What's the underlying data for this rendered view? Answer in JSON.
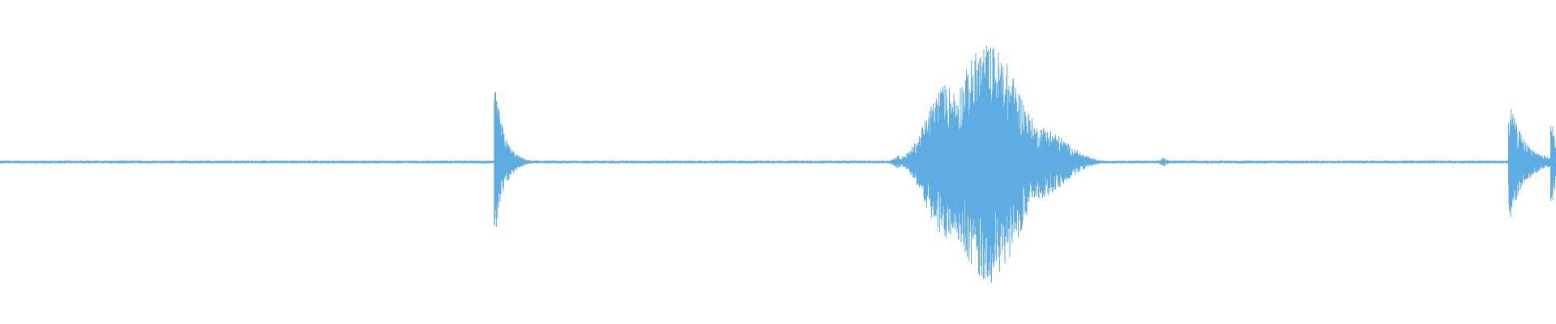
{
  "waveform": {
    "color": "#5dade2",
    "background": "#ffffff",
    "baseline_noise": 0.012,
    "events": [
      {
        "time": 0.319,
        "peak_up": 0.58,
        "peak_down": 0.58,
        "decay": 0.006,
        "style": "click"
      },
      {
        "time": 0.577,
        "peak_up": 0.06,
        "peak_down": 0.06,
        "decay": 0.004,
        "style": "blip"
      },
      {
        "time": 0.608,
        "peak_up": 0.65,
        "peak_down": 0.65,
        "decay": 0.012,
        "style": "burst"
      },
      {
        "time": 0.635,
        "peak_up": 0.98,
        "peak_down": 1.0,
        "decay": 0.02,
        "style": "burst"
      },
      {
        "time": 0.668,
        "peak_up": 0.3,
        "peak_down": 0.3,
        "decay": 0.016,
        "style": "burst"
      },
      {
        "time": 0.748,
        "peak_up": 0.04,
        "peak_down": 0.04,
        "decay": 0.003,
        "style": "blip"
      },
      {
        "time": 0.971,
        "peak_up": 0.45,
        "peak_down": 0.47,
        "decay": 0.01,
        "style": "click"
      },
      {
        "time": 0.998,
        "peak_up": 0.32,
        "peak_down": 0.33,
        "decay": 0.004,
        "style": "click"
      }
    ]
  }
}
